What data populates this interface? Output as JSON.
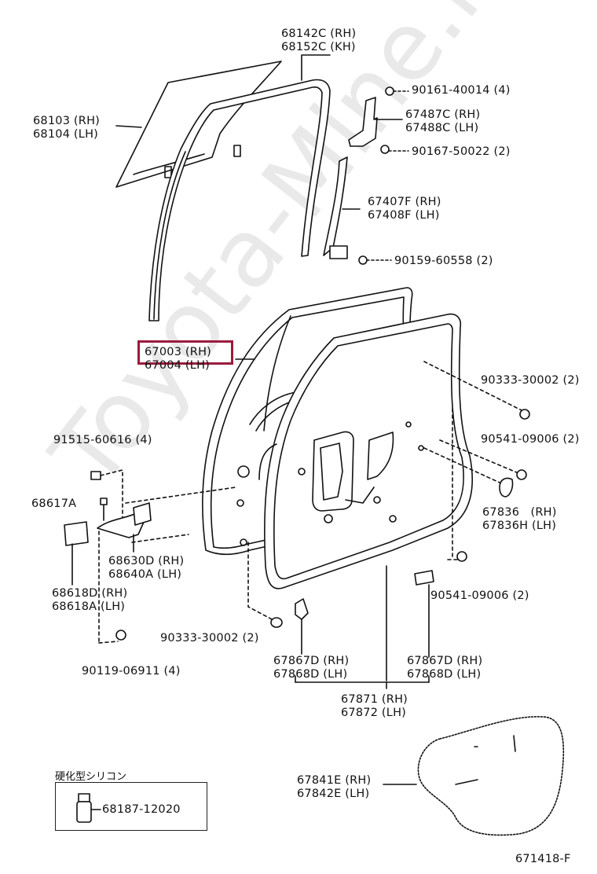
{
  "watermark": "Toyota-Mine.ru",
  "highlight_color": "#9a1b3e",
  "diagram_id": "671418-F",
  "labels": {
    "p68142": [
      "68142C (RH)",
      "68152C (KH)"
    ],
    "p68103": [
      "68103 (RH)",
      "68104 (LH)"
    ],
    "p90161": [
      "90161-40014 (4)"
    ],
    "p67487": [
      "67487C (RH)",
      "67488C (LH)"
    ],
    "p90167": [
      "90167-50022 (2)"
    ],
    "p67407": [
      "67407F (RH)",
      "67408F (LH)"
    ],
    "p90159": [
      "90159-60558 (2)"
    ],
    "p67003": [
      "67003 (RH)",
      "67004 (LH)"
    ],
    "p90333a": [
      "90333-30002 (2)"
    ],
    "p90541a": [
      "90541-09006 (2)"
    ],
    "p67836": [
      "67836   (RH)",
      "67836H (LH)"
    ],
    "p91515": [
      "91515-60616 (4)"
    ],
    "p68617": [
      "68617A"
    ],
    "p68630": [
      "68630D (RH)",
      "68640A (LH)"
    ],
    "p68618": [
      "68618D (RH)",
      "68618A (LH)"
    ],
    "p90541b": [
      "90541-09006 (2)"
    ],
    "p90333b": [
      "90333-30002 (2)"
    ],
    "p90119": [
      "90119-06911 (4)"
    ],
    "p67867a": [
      "67867D (RH)",
      "67868D (LH)"
    ],
    "p67867b": [
      "67867D (RH)",
      "67868D (LH)"
    ],
    "p67871": [
      "67871 (RH)",
      "67872 (LH)"
    ],
    "p67841": [
      "67841E (RH)",
      "67842E (LH)"
    ]
  },
  "silicone": {
    "title": "硬化型シリコン",
    "part": "68187-12020"
  }
}
